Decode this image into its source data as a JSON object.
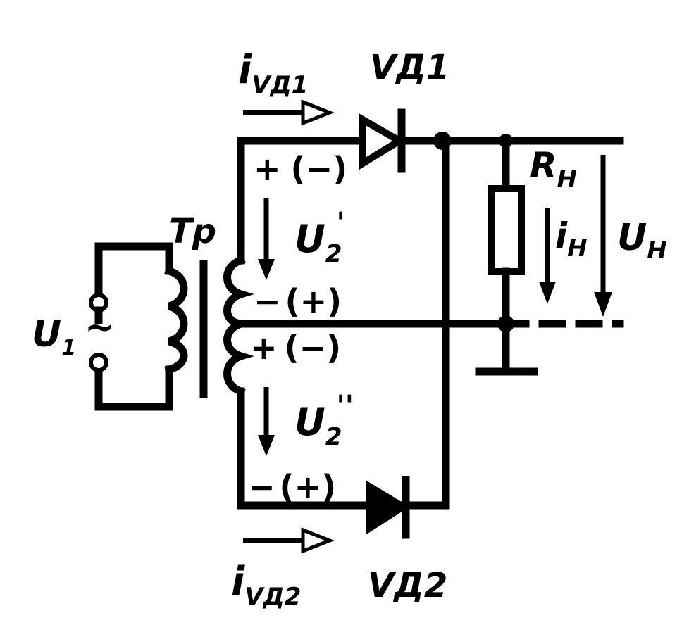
{
  "labels": {
    "i_vd1_main": "i",
    "i_vd1_sub": "VД1",
    "vd1": "VД1",
    "tp": "Tp",
    "u1_main": "U",
    "u1_sub": "1",
    "tilde": "~",
    "u2p_main": "U",
    "u2p_sub": "2",
    "u2p_prime": "'",
    "u2pp_main": "U",
    "u2pp_sub": "2",
    "u2pp_prime": "''",
    "sign_top_plus": "+",
    "sign_top_alt": "(−)",
    "sign_mid_minus": "−",
    "sign_mid_alt": "(+)",
    "sign_mid2_plus": "+",
    "sign_mid2_alt": "(−)",
    "sign_bot_minus": "−",
    "sign_bot_alt": "(+)",
    "rn_main": "R",
    "rn_sub": "H",
    "in_main": "i",
    "in_sub": "H",
    "un_main": "U",
    "un_sub": "H",
    "vd2": "VД2",
    "i_vd2_main": "i",
    "i_vd2_sub": "VД2"
  }
}
